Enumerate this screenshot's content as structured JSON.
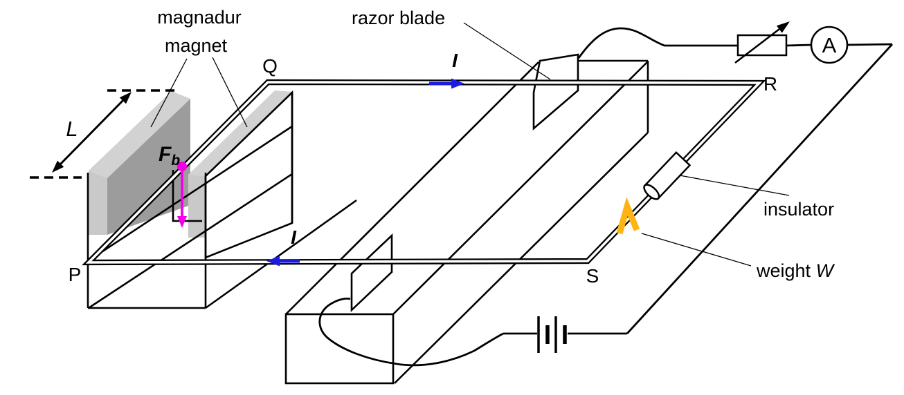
{
  "figure": {
    "type": "physics-apparatus-diagram",
    "description": "Current balance: rectangular wire frame PQRS pivoted on two razor blades, one side in a magnadur magnet field, with battery, variable resistor and ammeter circuit"
  },
  "labels": {
    "magnet_line1": "magnadur",
    "magnet_line2": "magnet",
    "razor_blade": "razor blade",
    "insulator": "insulator",
    "weight_word": "weight ",
    "weight_symbol": "W",
    "length_symbol": "L",
    "force_symbol": "F",
    "force_subscript": "b",
    "current_top": "I",
    "current_bottom": "I",
    "corner_p": "P",
    "corner_q": "Q",
    "corner_r": "R",
    "corner_s": "S",
    "ammeter_symbol": "A"
  },
  "colors": {
    "line": "#000000",
    "current_blue": "#1c1ce0",
    "force_magenta": "#f400e6",
    "weight_orange": "#ffb414",
    "magnet_face_dark": "#9c9c9c",
    "magnet_top_light": "#d2d2d2",
    "magnet_end_light": "#c9c9c9",
    "background": "#ffffff"
  }
}
